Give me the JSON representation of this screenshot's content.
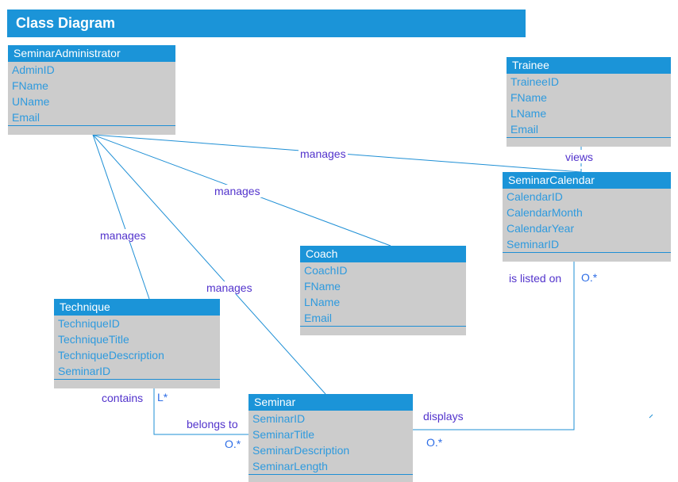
{
  "title_bar": {
    "label": "Class Diagram"
  },
  "colors": {
    "header_blue": "#1b94d8",
    "body_gray": "#cccccc",
    "attr_text_blue": "#2e9ade",
    "label_purple": "#5233cc",
    "mult_blue": "#2e6ee6",
    "line_blue": "#1e8fd5",
    "title_text": "#ffffff",
    "background": "#ffffff"
  },
  "entities": [
    {
      "name": "SeminarAdministrator",
      "attributes": [
        "AdminID",
        "FName",
        "UName",
        "Email"
      ]
    },
    {
      "name": "Trainee",
      "attributes": [
        "TraineeID",
        "FName",
        "LName",
        "Email"
      ]
    },
    {
      "name": "SeminarCalendar",
      "attributes": [
        "CalendarID",
        "CalendarMonth",
        "CalendarYear",
        "SeminarID"
      ]
    },
    {
      "name": "Coach",
      "attributes": [
        "CoachID",
        "FName",
        "LName",
        "Email"
      ]
    },
    {
      "name": "Technique",
      "attributes": [
        "TechniqueID",
        "TechniqueTitle",
        "TechniqueDescription",
        "SeminarID"
      ]
    },
    {
      "name": "Seminar",
      "attributes": [
        "SeminarID",
        "SeminarTitle",
        "SeminarDescription",
        "SeminarLength"
      ]
    }
  ],
  "relationship_labels": {
    "manages_calendar": "manages",
    "manages_coach": "manages",
    "manages_technique": "manages",
    "manages_seminar": "manages",
    "views": "views",
    "is_listed_on": "is listed on",
    "is_listed_on_mult": "O.*",
    "displays": "displays",
    "displays_mult": "O.*",
    "contains": "contains",
    "contains_mult": "L*",
    "belongs_to": "belongs to",
    "belongs_to_mult": "O.*"
  }
}
